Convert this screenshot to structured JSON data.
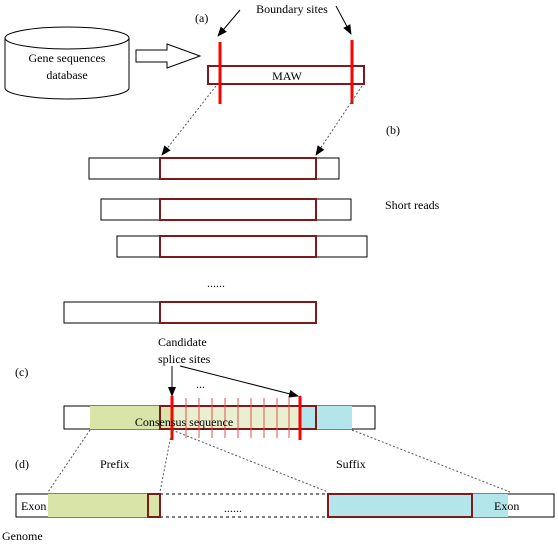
{
  "panel_labels": {
    "a": "(a)",
    "b": "(b)",
    "c": "(c)",
    "d": "(d)"
  },
  "database": {
    "line1": "Gene sequences",
    "line2": "database"
  },
  "boundary_sites_label": "Boundary sites",
  "maw_label": "MAW",
  "short_reads_label": "Short reads",
  "ellipsis_reads": "......",
  "candidate_splice_sites": {
    "line1": "Candidate",
    "line2": "splice sites"
  },
  "ellipsis_candidates": "...",
  "consensus_sequence_label": "Consensus sequence",
  "prefix_label": "Prefix",
  "suffix_label": "Suffix",
  "exon_left_label": "Exon",
  "exon_right_label": "Exon",
  "genome_ellipsis": "......",
  "genome_label": "Genome",
  "colors": {
    "dark_red": "#7f1a1a",
    "bright_red": "#ff0000",
    "prefix_green": "#d8e4a8",
    "suffix_cyan": "#b3e6ea",
    "splice_red": "#e05050",
    "dotted_gray": "#555555"
  }
}
